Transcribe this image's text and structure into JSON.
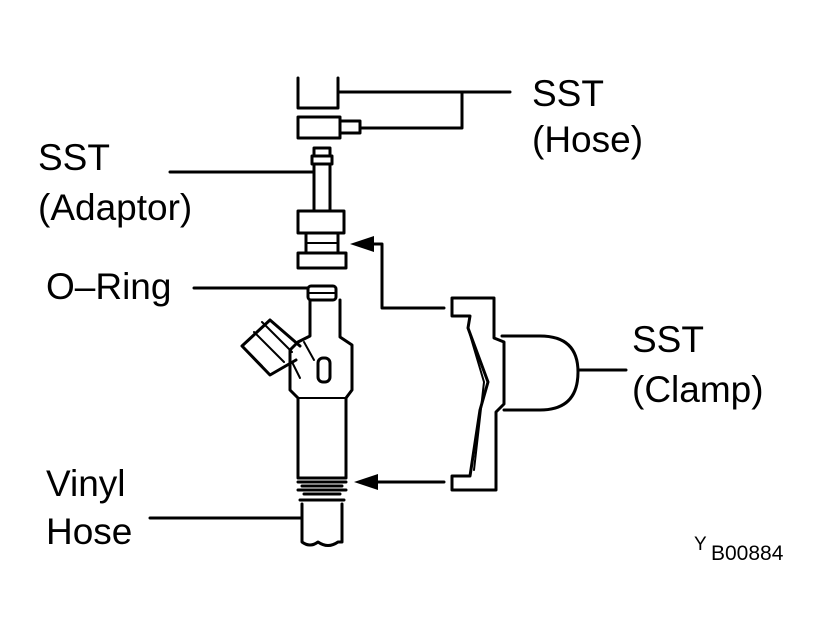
{
  "labels": {
    "sst_hose": [
      "SST",
      "(Hose)"
    ],
    "sst_adaptor": [
      "SST",
      "(Adaptor)"
    ],
    "o_ring": "O–Ring",
    "sst_clamp": [
      "SST",
      "(Clamp)"
    ],
    "vinyl_hose": [
      "Vinyl",
      "Hose"
    ]
  },
  "figure_code": {
    "prefix": "Y",
    "number": "B00884"
  }
}
